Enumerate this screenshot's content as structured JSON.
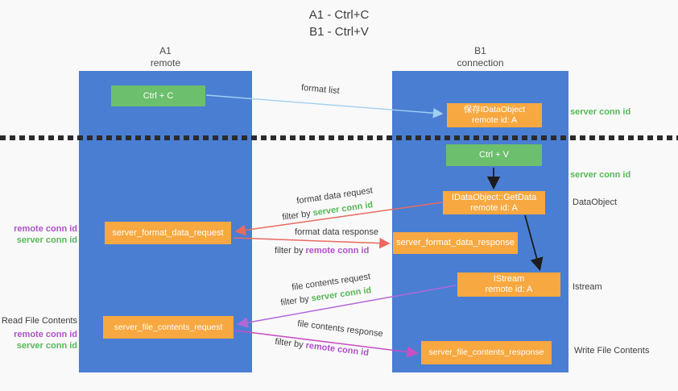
{
  "title": {
    "line1": "A1 - Ctrl+C",
    "line2": "B1 - Ctrl+V"
  },
  "lifelines": {
    "left": {
      "name": "A1",
      "role": "remote"
    },
    "right": {
      "name": "B1",
      "role": "connection"
    }
  },
  "nodes": {
    "ctrl_c": {
      "label": "Ctrl + C"
    },
    "ctrl_v": {
      "label": "Ctrl + V"
    },
    "save_dataobject": {
      "line1": "保存IDataObject",
      "line2": "remote id: A"
    },
    "getdata": {
      "line1": "IDataObject::GetData",
      "line2": "remote id: A"
    },
    "istream": {
      "line1": "IStream",
      "line2": "remote id: A"
    },
    "format_request": {
      "label": "server_format_data_request"
    },
    "format_response": {
      "label": "server_format_data_response"
    },
    "file_request": {
      "label": "server_file_contents_request"
    },
    "file_response": {
      "label": "server_file_contents_response"
    }
  },
  "edges": {
    "format_list": {
      "label": "format list"
    },
    "format_data_request": {
      "label": "format data request",
      "filter_prefix": "filter by",
      "filter_key": "server conn id"
    },
    "format_data_response": {
      "label": "format data response",
      "filter_prefix": "filter by",
      "filter_key": "remote conn id"
    },
    "file_contents_request": {
      "label": "file contents request",
      "filter_prefix": "filter by",
      "filter_key": "server conn id"
    },
    "file_contents_response": {
      "label": "file contents response",
      "filter_prefix": "filter by",
      "filter_key": "remote conn id"
    }
  },
  "annotations": {
    "right": {
      "server_conn_id_1": "server conn id",
      "server_conn_id_2": "server conn id",
      "dataobject": "DataObject",
      "istream": "Istream",
      "write_file_contents": "Write File Contents"
    },
    "left": {
      "remote_conn_id_1": "remote conn id",
      "server_conn_id_1": "server conn id",
      "read_file_contents": "Read File Contents",
      "remote_conn_id_2": "remote conn id",
      "server_conn_id_2": "server conn id"
    }
  },
  "colors": {
    "column_blue": "#4a7ed3",
    "box_green": "#6cbf6c",
    "box_orange": "#f7a840",
    "text_dark": "#3d3d3d",
    "text_green": "#56b856",
    "text_purple": "#b050c8",
    "arrow_lightblue": "#9fd0ef",
    "arrow_red": "#e96a5f",
    "arrow_violet": "#b168d8",
    "arrow_magenta": "#c94fc4",
    "arrow_black": "#1c1c1c",
    "dotted_line": "#2b2b2b",
    "background": "#f9f9fa"
  }
}
